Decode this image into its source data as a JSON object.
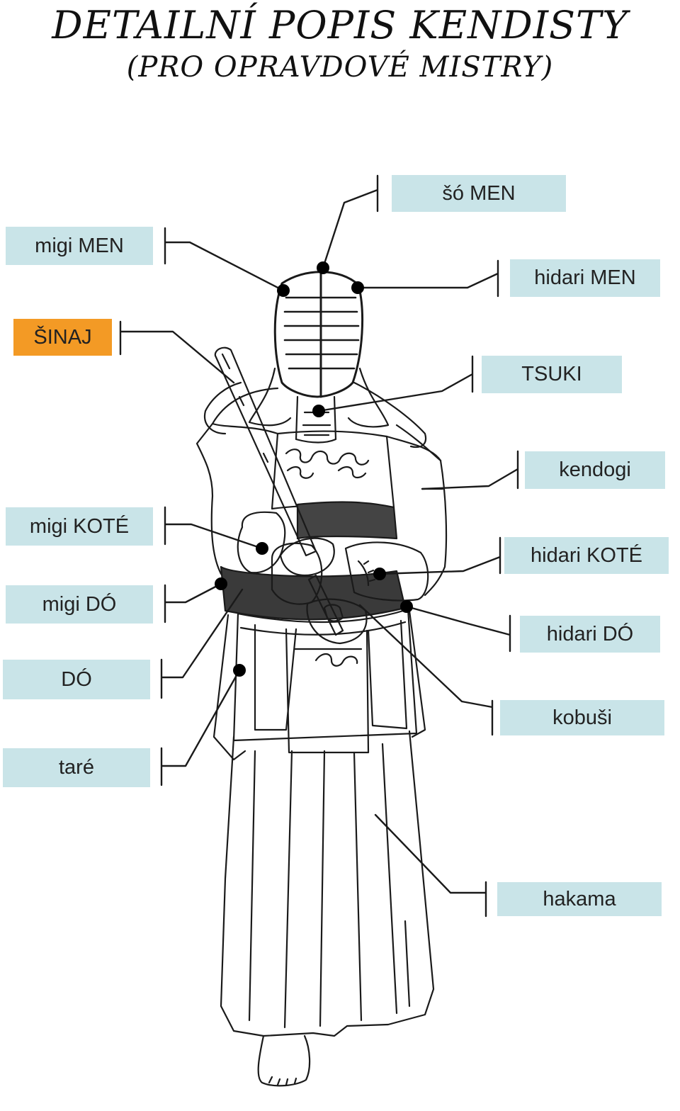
{
  "title": "DETAILNÍ POPIS KENDISTY",
  "subtitle": "(PRO OPRAVDOVÉ MISTRY)",
  "colors": {
    "label_bg": "#c9e4e8",
    "highlight_bg": "#f39a25",
    "line": "#1a1a1a"
  },
  "labels": {
    "sho_men": "šó MEN",
    "migi_men": "migi MEN",
    "hidari_men": "hidari MEN",
    "shinai": "ŠINAJ",
    "tsuki": "TSUKI",
    "kendogi": "kendogi",
    "migi_kote": "migi KOTÉ",
    "hidari_kote": "hidari KOTÉ",
    "migi_do": "migi DÓ",
    "hidari_do": "hidari DÓ",
    "do": "DÓ",
    "kobushi": "kobuši",
    "tare": "taré",
    "hakama": "hakama"
  },
  "highlighted": "shinai"
}
